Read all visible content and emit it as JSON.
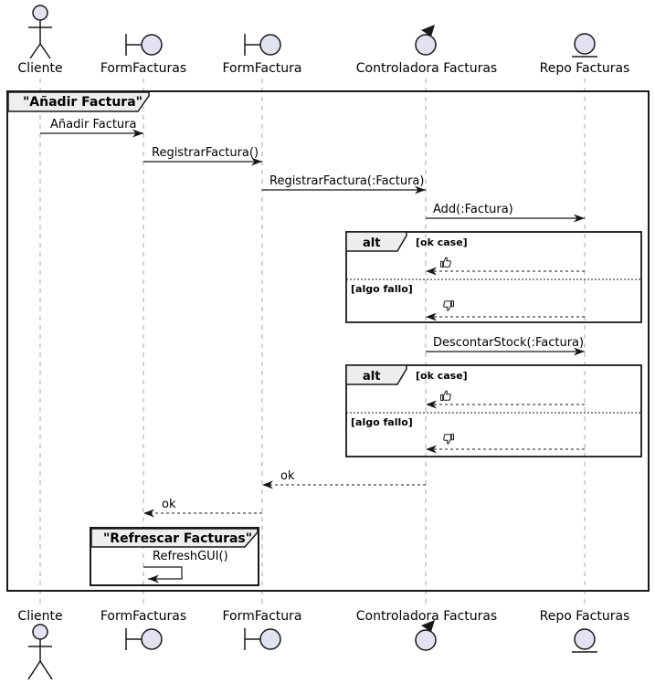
{
  "diagram_title": "\"Añadir Factura\"",
  "participants": [
    {
      "name": "Cliente",
      "type": "actor"
    },
    {
      "name": "FormFacturas",
      "type": "boundary"
    },
    {
      "name": "FormFactura",
      "type": "boundary"
    },
    {
      "name": "Controladora Facturas",
      "type": "control"
    },
    {
      "name": "Repo Facturas",
      "type": "entity"
    }
  ],
  "messages": {
    "m1": "Añadir Factura",
    "m2": "RegistrarFactura()",
    "m3": "RegistrarFactura(:Factura)",
    "m4": "Add(:Factura)",
    "m5": "DescontarStock(:Factura)",
    "ok": "ok",
    "refresh": "RefreshGUI()"
  },
  "alt_frame": {
    "operator": "alt",
    "guard_ok": "[ok case]",
    "guard_fail": "[algo fallo]",
    "ok_result_icon": "thumbs-up-icon",
    "fail_result_icon": "thumbs-down-icon"
  },
  "refresh_frame_title": "\"Refrescar Facturas\"",
  "colors": {
    "participant_fill": "#E2E2F0",
    "line": "#181818",
    "frame_label_bg": "#EEEEEE",
    "lifeline": "#A7A7A7",
    "background": "#FFFFFF"
  }
}
